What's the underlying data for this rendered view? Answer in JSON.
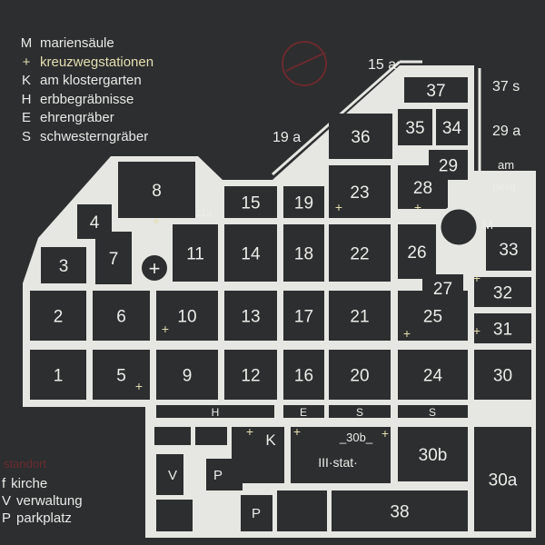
{
  "legend": [
    {
      "key": "M",
      "label": "mariensäule"
    },
    {
      "key": "+",
      "label": "kreuzwegstationen",
      "highlight": true
    },
    {
      "key": "K",
      "label": "am klostergarten"
    },
    {
      "key": "H",
      "label": "erbbegräbnisse"
    },
    {
      "key": "E",
      "label": "ehrengräber"
    },
    {
      "key": "S",
      "label": "schwesterngräber"
    }
  ],
  "standort": "standort",
  "legend_bottom": [
    {
      "key": "f",
      "label": "kirche"
    },
    {
      "key": "V",
      "label": "verwaltung"
    },
    {
      "key": "P",
      "label": "parkplatz"
    }
  ],
  "plots": [
    "1",
    "2",
    "3",
    "4",
    "5",
    "6",
    "7",
    "8",
    "9",
    "10",
    "11",
    "12",
    "13",
    "14",
    "15",
    "16",
    "17",
    "18",
    "19",
    "20",
    "21",
    "22",
    "23",
    "24",
    "25",
    "26",
    "27",
    "28",
    "29",
    "30",
    "31",
    "32",
    "33",
    "34",
    "35",
    "36",
    "37",
    "30a",
    "30b",
    "38"
  ],
  "map_labels": {
    "p15a": "15 a",
    "p19a": "19 a",
    "p37s": "37 s",
    "p29a": "29 a",
    "am": "am",
    "berg": "berg",
    "p11a": "11a",
    "mariensaeule": "M",
    "kloster": "K",
    "stat": "III·stat·",
    "stat30b": "_30b_",
    "h": "H",
    "e": "E",
    "s1": "S",
    "s2": "S",
    "v": "V",
    "p1": "P",
    "p2": "P"
  },
  "colors": {
    "background": "#2d2e30",
    "paths": "#e6e6e2",
    "plots": "#2d2e30",
    "cross": "#e4dfb0",
    "standort": "#6b2a2e"
  }
}
